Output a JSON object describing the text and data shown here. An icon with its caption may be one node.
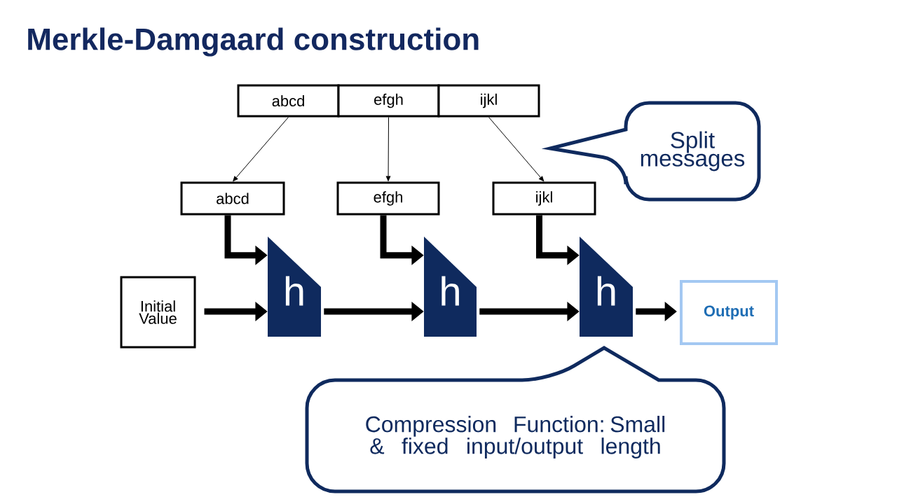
{
  "diagram": {
    "title": "Merkle-Damgaard construction",
    "nodes": [
      {
        "text": [
          "abcd"
        ]
      },
      {
        "text": [
          "efgh"
        ]
      },
      {
        "text": [
          "ijkl"
        ]
      },
      {
        "text": [
          "abcd"
        ]
      },
      {
        "text": [
          "efgh"
        ]
      },
      {
        "text": [
          "ijkl"
        ]
      },
      {
        "text": [
          "Initial Value"
        ]
      },
      {
        "text": [
          "h"
        ]
      },
      {
        "text": [
          "h"
        ]
      },
      {
        "text": [
          "h"
        ]
      },
      {
        "text": [
          "Output"
        ]
      },
      {
        "text": [
          "Split messages"
        ]
      },
      {
        "text": [
          "Compression Function: Small & fixed input/output length"
        ]
      }
    ],
    "edges": [
      {
        "from": 0,
        "to": 3,
        "arrow": "to"
      },
      {
        "from": 1,
        "to": 4,
        "arrow": "to"
      },
      {
        "from": 2,
        "to": 5,
        "arrow": "to"
      },
      {
        "from": 3,
        "to": 7,
        "arrow": "to"
      },
      {
        "from": 4,
        "to": 8,
        "arrow": "to"
      },
      {
        "from": 5,
        "to": 9,
        "arrow": "to"
      },
      {
        "from": 6,
        "to": 7,
        "arrow": "to"
      },
      {
        "from": 7,
        "to": 8,
        "arrow": "to"
      },
      {
        "from": 8,
        "to": 9,
        "arrow": "to"
      },
      {
        "from": 9,
        "to": 10,
        "arrow": "to"
      }
    ]
  }
}
